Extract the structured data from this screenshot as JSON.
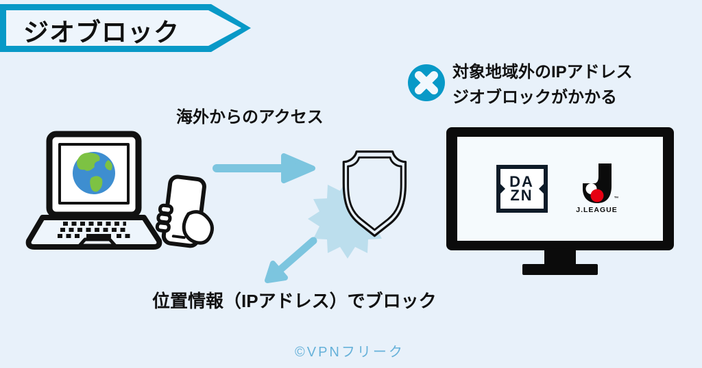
{
  "banner": {
    "title": "ジオブロック"
  },
  "flow": {
    "overseas_access_label": "海外からのアクセス",
    "blocked_caption_line1": "対象地域外のIPアドレス",
    "blocked_caption_line2": "ジオブロックがかかる",
    "block_method_label": "位置情報（IPアドレス）でブロック"
  },
  "tv": {
    "dazn_logo_line1": "DA",
    "dazn_logo_line2": "ZN",
    "jleague_logo_label": "J.LEAGUE",
    "jleague_trademark": "™"
  },
  "watermark_label": "©VPNフリーク",
  "colors": {
    "background": "#e8f1fa",
    "accent-teal": "#0899c7",
    "banner-fill": "#eef5fc",
    "arrow-blue": "#7cc5df",
    "burst-blue": "#bcdeed",
    "ink": "#111111",
    "dazn-navy": "#0e1b28",
    "jleague-red": "#e60012",
    "watermark-blue": "#66b1d9",
    "screen-white": "#f5fafd",
    "globe-ocean": "#3e8ed0",
    "globe-land": "#7dc243"
  }
}
